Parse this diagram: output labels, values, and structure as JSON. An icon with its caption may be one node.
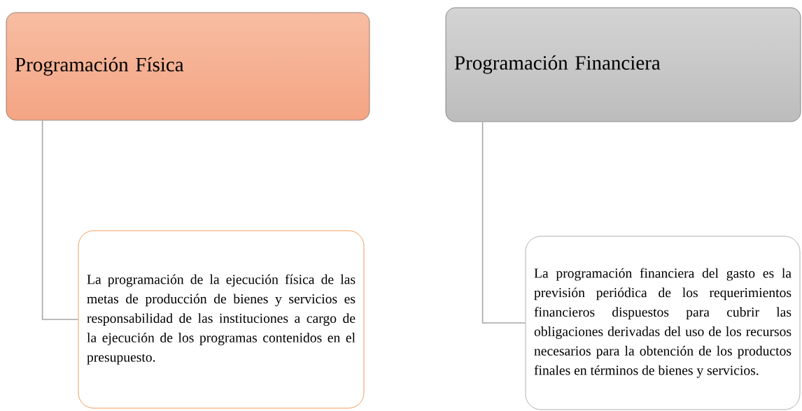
{
  "diagram": {
    "nodes": [
      {
        "text": [
          "Programación Física"
        ]
      },
      {
        "text": [
          "La programación de la ejecución física de las metas de producción de bienes y servicios es responsabilidad de las instituciones a cargo de la ejecución de los programas contenidos en el presupuesto."
        ]
      },
      {
        "text": [
          "Programación Financiera"
        ]
      },
      {
        "text": [
          "La programación financiera del gasto es la previsión periódica de los requerimientos financieros dispuestos para cubrir las obligaciones derivadas del uso de los recursos necesarios para la obtención de los productos finales en términos de bienes y servicios."
        ]
      }
    ],
    "edges": [
      {
        "from": 0,
        "to": 1,
        "arrow": "none"
      },
      {
        "from": 2,
        "to": 3,
        "arrow": "none"
      }
    ]
  }
}
